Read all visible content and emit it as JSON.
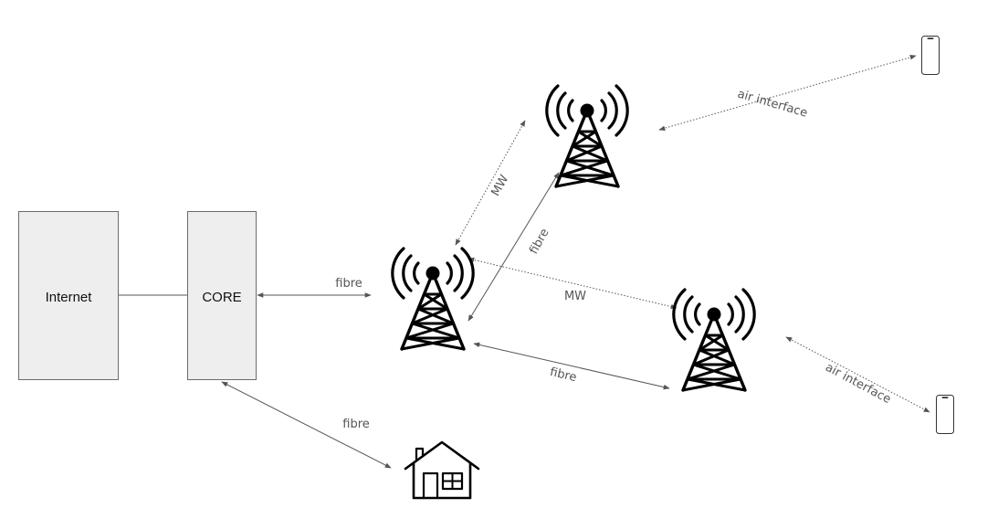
{
  "nodes": {
    "internet": {
      "label": "Internet"
    },
    "core": {
      "label": "CORE"
    }
  },
  "links": {
    "core_tower_fibre": "fibre",
    "tower_left_top_mw": "MW",
    "tower_left_top_fibre": "fibre",
    "tower_left_right_mw": "MW",
    "tower_left_right_fibre": "fibre",
    "top_tower_phone_air": "air interface",
    "right_tower_phone_air": "air interface",
    "core_house_fibre": "fibre"
  },
  "icons": {
    "tower": "cell-tower-icon",
    "phone": "smartphone-icon",
    "house": "house-icon"
  },
  "colors": {
    "box_fill": "#eeeeee",
    "box_stroke": "#6b6b6b",
    "line": "#555555",
    "icon": "#000000"
  }
}
